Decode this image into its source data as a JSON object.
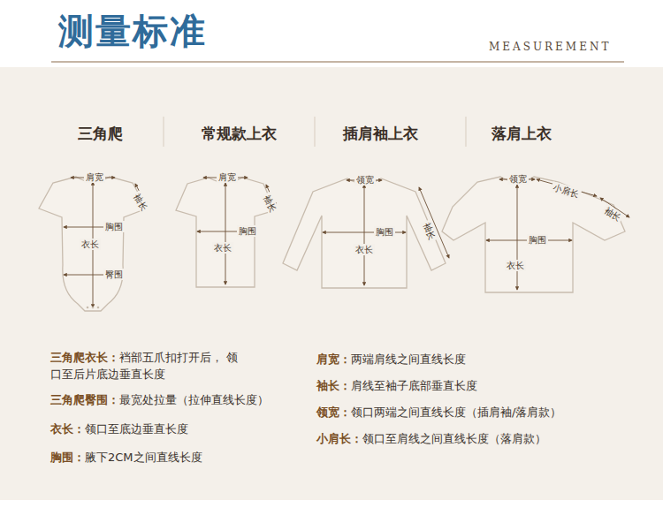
{
  "diagram": {
    "title": "测量标准",
    "labels": [
      "MEASUREMENT",
      "三角爬",
      "常规款上衣",
      "插肩袖上衣",
      "落肩上衣",
      "肩宽",
      "袖长",
      "胸围",
      "衣长",
      "臀围",
      "肩宽",
      "袖长",
      "胸围",
      "衣长",
      "领宽",
      "袖长",
      "胸围",
      "衣长",
      "领宽",
      "小肩长",
      "袖长",
      "胸围",
      "衣长",
      "三角爬衣长：",
      "裆部五爪扣打开后， 领口至后片底边垂直长度",
      "三角爬臀围：",
      "最宽处拉量（拉伸直线长度）",
      "衣长：",
      "领口至底边垂直长度",
      "胸围：",
      "腋下2CM之间直线长度",
      "肩宽：",
      "两端肩线之间直线长度",
      "袖长：",
      "肩线至袖子底部垂直长度",
      "领宽：",
      "领口两端之间直线长度（插肩袖/落肩款）",
      "小肩长：",
      "领口至肩线之间直线长度（落肩款）"
    ]
  }
}
